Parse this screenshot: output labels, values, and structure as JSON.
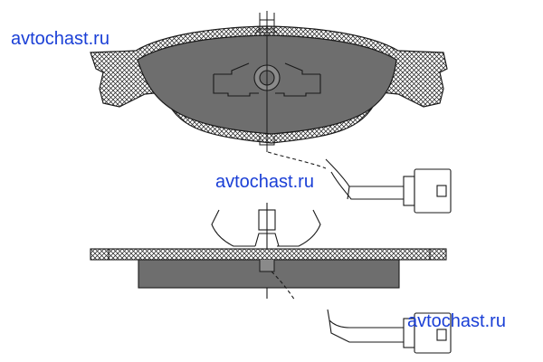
{
  "watermarks": {
    "top_left": "avtochast.ru",
    "center": "avtochast.ru",
    "bottom_right": "avtochast.ru"
  },
  "colors": {
    "pad_fill": "#6e6e6e",
    "outline": "#1a1a1a",
    "watermark": "#1a3fd6",
    "background": "#ffffff"
  }
}
